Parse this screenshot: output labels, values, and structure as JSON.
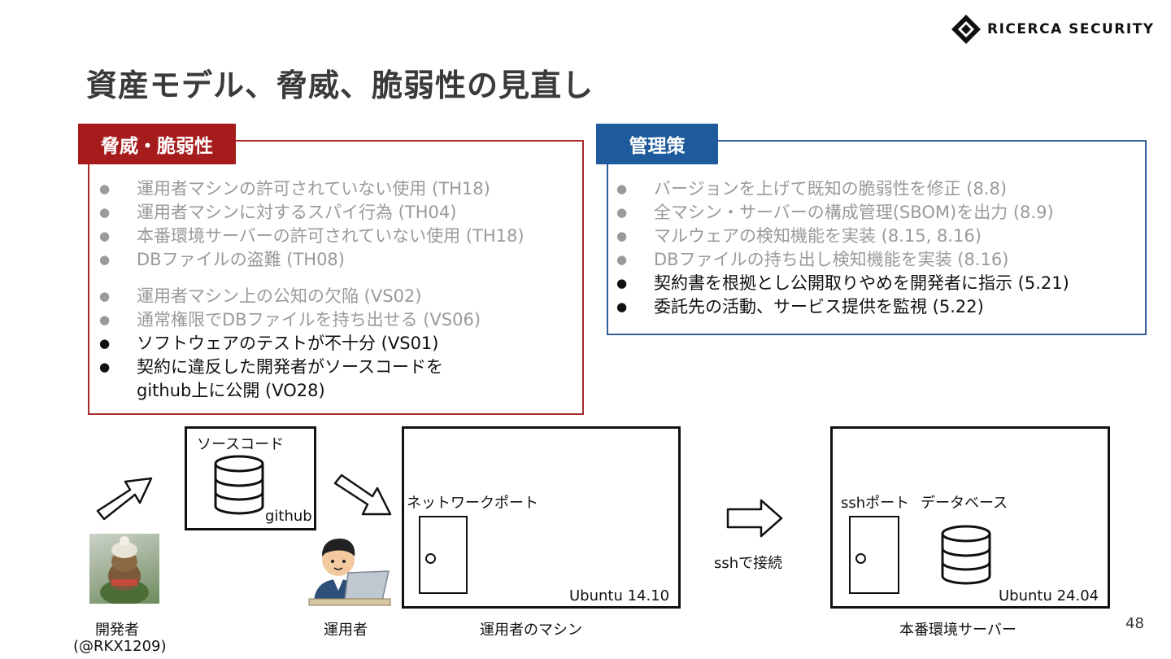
{
  "header": {
    "title": "資産モデル、脅威、脆弱性の見直し",
    "logo_text": "RICERCA SECURITY"
  },
  "threats": {
    "heading": "脅威・脆弱性",
    "items": [
      {
        "text": "運用者マシンの許可されていない使用 (TH18)",
        "color": "gray"
      },
      {
        "text": "運用者マシンに対するスパイ行為 (TH04)",
        "color": "gray"
      },
      {
        "text": "本番環境サーバーの許可されていない使用 (TH18)",
        "color": "gray"
      },
      {
        "text": "DBファイルの盗難 (TH08)",
        "color": "gray"
      },
      {
        "text": "運用者マシン上の公知の欠陥 (VS02)",
        "color": "gray"
      },
      {
        "text": "通常権限でDBファイルを持ち出せる (VS06)",
        "color": "gray"
      },
      {
        "text": "ソフトウェアのテストが不十分 (VS01)",
        "color": "black"
      },
      {
        "text": "契約に違反した開発者がソースコードを",
        "text2": "github上に公開 (VO28)",
        "color": "black"
      }
    ]
  },
  "controls": {
    "heading": "管理策",
    "items": [
      {
        "text": "バージョンを上げて既知の脆弱性を修正 (8.8)",
        "color": "gray"
      },
      {
        "text": "全マシン・サーバーの構成管理(SBOM)を出力 (8.9)",
        "color": "gray"
      },
      {
        "text": "マルウェアの検知機能を実装 (8.15, 8.16)",
        "color": "gray"
      },
      {
        "text": "DBファイルの持ち出し検知機能を実装 (8.16)",
        "color": "gray"
      },
      {
        "text": "契約書を根拠とし公開取りやめを開発者に指示 (5.21)",
        "color": "black"
      },
      {
        "text": "委託先の活動、サービス提供を監視 (5.22)",
        "color": "black"
      }
    ]
  },
  "diagram": {
    "source_box_label": "ソースコード",
    "github_label": "github",
    "network_port_label": "ネットワークポート",
    "operator_os": "Ubuntu 14.10",
    "ssh_connect_label": "sshで接続",
    "ssh_port_label": "sshポート",
    "database_label": "データベース",
    "server_os": "Ubuntu 24.04",
    "developer_label": "開発者",
    "developer_handle": "(@RKX1209)",
    "operator_label": "運用者",
    "operator_machine_label": "運用者のマシン",
    "server_label": "本番環境サーバー"
  },
  "footer": {
    "page_number": "48"
  },
  "colors": {
    "red": "#a61c1c",
    "blue": "#1e5a9c",
    "gray_text": "#9a9a9a"
  }
}
